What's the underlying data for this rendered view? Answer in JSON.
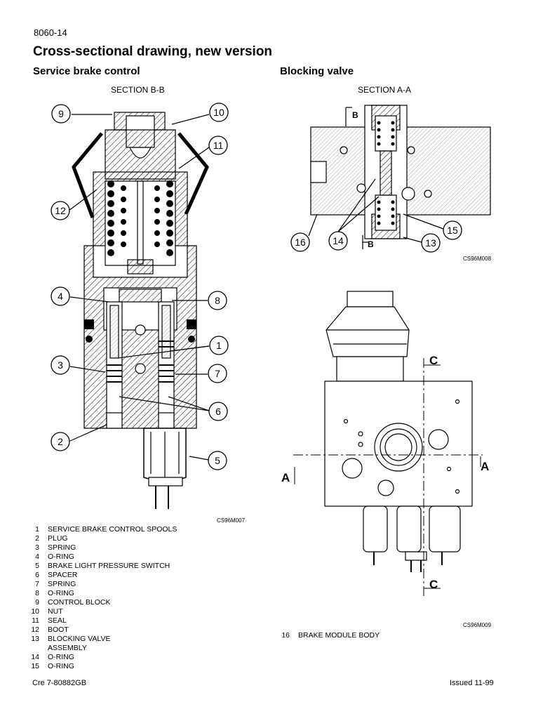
{
  "page_number": "8060-14",
  "title": "Cross-sectional drawing, new version",
  "left_panel": {
    "heading": "Service brake control",
    "section_label": "SECTION B-B",
    "figure_code": "CS96M007",
    "callouts": [
      "9",
      "10",
      "11",
      "12",
      "4",
      "8",
      "1",
      "3",
      "7",
      "6",
      "2",
      "5"
    ]
  },
  "right_panel": {
    "heading": "Blocking valve",
    "section_label": "SECTION A-A",
    "figure_code_top": "CS96M008",
    "figure_code_bottom": "CS96M009",
    "callouts": [
      "16",
      "14",
      "15",
      "13"
    ],
    "section_marks": {
      "b": "B",
      "a": "A",
      "c": "C"
    }
  },
  "legend": [
    {
      "n": "1",
      "text": "SERVICE BRAKE CONTROL SPOOLS"
    },
    {
      "n": "2",
      "text": "PLUG"
    },
    {
      "n": "3",
      "text": "SPRING"
    },
    {
      "n": "4",
      "text": "O-RING"
    },
    {
      "n": "5",
      "text": "BRAKE LIGHT PRESSURE SWITCH"
    },
    {
      "n": "6",
      "text": "SPACER"
    },
    {
      "n": "7",
      "text": "SPRING"
    },
    {
      "n": "8",
      "text": "O-RING"
    },
    {
      "n": "9",
      "text": "CONTROL BLOCK"
    },
    {
      "n": "10",
      "text": "NUT"
    },
    {
      "n": "11",
      "text": "SEAL"
    },
    {
      "n": "12",
      "text": "BOOT"
    },
    {
      "n": "13",
      "text": "BLOCKING VALVE"
    },
    {
      "n": "",
      "text": "ASSEMBLY"
    },
    {
      "n": "14",
      "text": "O-RING"
    },
    {
      "n": "15",
      "text": "O-RING"
    }
  ],
  "legend_right": {
    "n": "16",
    "text": "BRAKE MODULE BODY"
  },
  "footer": {
    "left": "Cre  7-80882GB",
    "right": "Issued 11-99"
  }
}
